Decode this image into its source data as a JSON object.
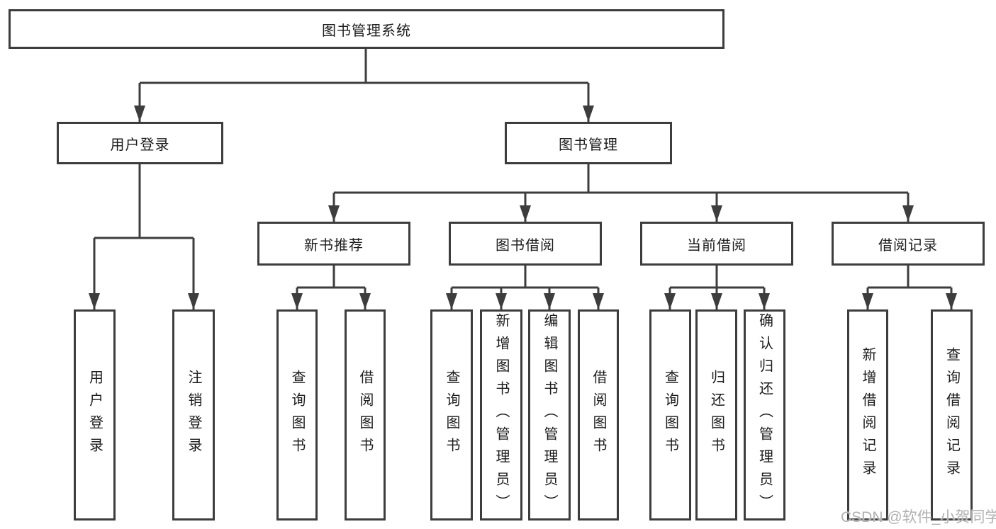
{
  "diagram": {
    "root": {
      "label": "图书管理系统"
    },
    "children": [
      {
        "label": "用户登录",
        "children": [
          {
            "label": "用户登录"
          },
          {
            "label": "注销登录"
          }
        ]
      },
      {
        "label": "图书管理",
        "children": [
          {
            "label": "新书推荐",
            "children": [
              {
                "label": "查询图书"
              },
              {
                "label": "借阅图书"
              }
            ]
          },
          {
            "label": "图书借阅",
            "children": [
              {
                "label": "查询图书"
              },
              {
                "label": "新增图书（管理员）"
              },
              {
                "label": "编辑图书（管理员）"
              },
              {
                "label": "借阅图书"
              }
            ]
          },
          {
            "label": "当前借阅",
            "children": [
              {
                "label": "查询图书"
              },
              {
                "label": "归还图书"
              },
              {
                "label": "确认归还（管理员）"
              }
            ]
          },
          {
            "label": "借阅记录",
            "children": [
              {
                "label": "新增借阅记录"
              },
              {
                "label": "查询借阅记录"
              }
            ]
          }
        ]
      }
    ]
  },
  "watermark": {
    "text": "CSDN @软件_小贺同学"
  },
  "colors": {
    "line": "#3d3d3d",
    "box_border": "#3d3d3d",
    "text": "#1c1c1c",
    "background": "#ffffff",
    "watermark": "#b2b1b1"
  }
}
